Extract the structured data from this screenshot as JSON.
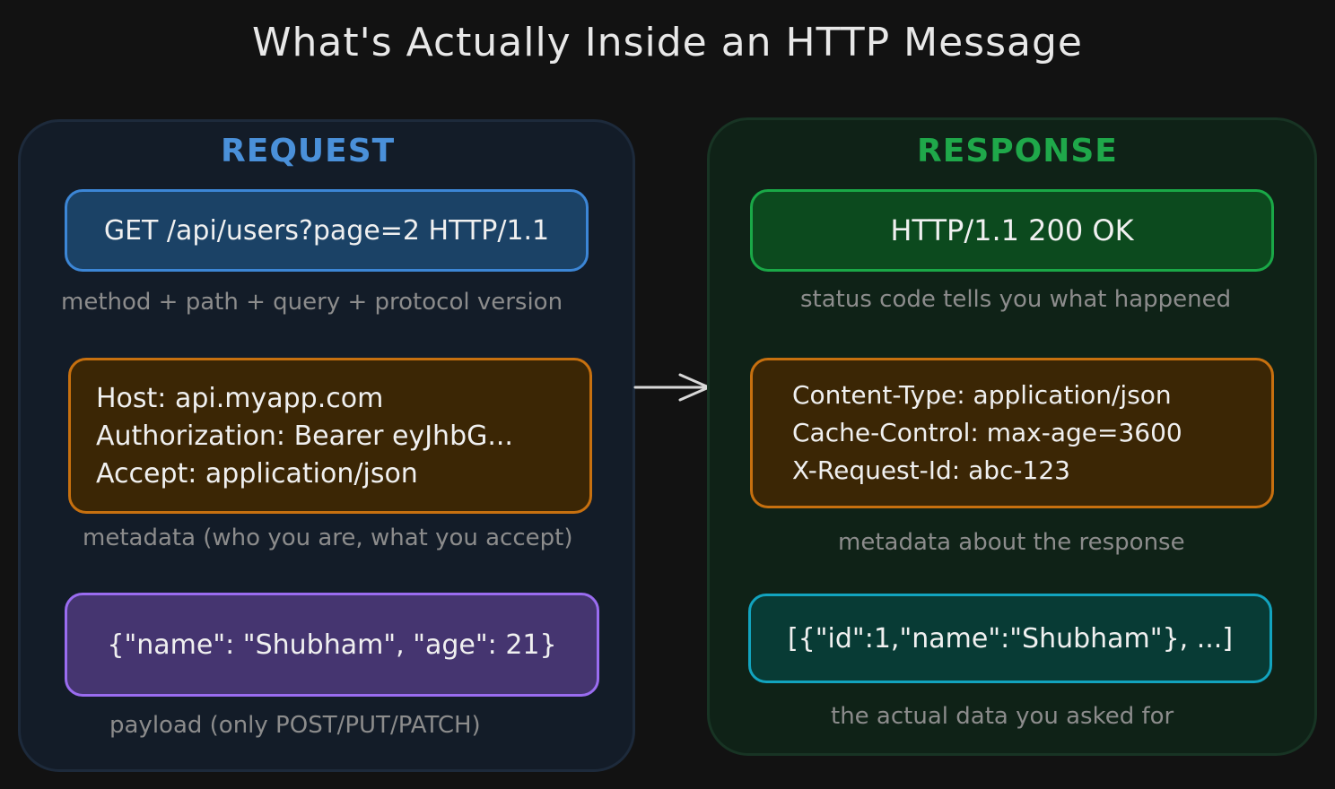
{
  "title": "What's Actually Inside an HTTP Message",
  "request": {
    "heading": "REQUEST",
    "request_line": {
      "text": "GET /api/users?page=2 HTTP/1.1",
      "caption": "method + path + query + protocol version"
    },
    "headers": {
      "lines": [
        "Host: api.myapp.com",
        "Authorization: Bearer eyJhbG...",
        "Accept: application/json"
      ],
      "caption": "metadata (who you are, what you accept)"
    },
    "body": {
      "text": "{\"name\": \"Shubham\", \"age\": 21}",
      "caption": "payload (only POST/PUT/PATCH)"
    }
  },
  "response": {
    "heading": "RESPONSE",
    "status_line": {
      "text": "HTTP/1.1 200 OK",
      "caption": "status code tells you what happened"
    },
    "headers": {
      "lines": [
        "Content-Type: application/json",
        "Cache-Control: max-age=3600",
        "X-Request-Id: abc-123"
      ],
      "caption": "metadata about the response"
    },
    "body": {
      "text": "[{\"id\":1,\"name\":\"Shubham\"}, ...]",
      "caption": "the actual data you asked for"
    }
  },
  "colors": {
    "request_accent": "#4a90d9",
    "response_accent": "#1fa84a",
    "request_line_fill": "#1b4266",
    "status_line_fill": "#0c4a1e",
    "headers_fill": "#3b2605",
    "headers_border": "#c7700f",
    "request_body_fill": "#453570",
    "request_body_border": "#9a6cf0",
    "response_body_fill": "#083b35",
    "response_body_border": "#12a4bf"
  }
}
